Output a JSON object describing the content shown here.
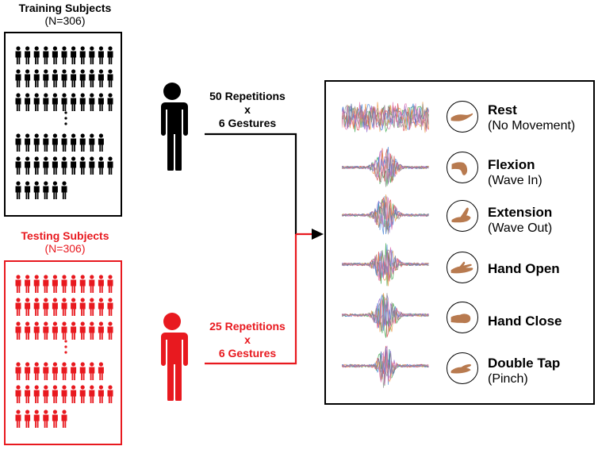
{
  "training": {
    "title": "Training Subjects",
    "count": "(N=306)",
    "color": "#000000"
  },
  "testing": {
    "title": "Testing Subjects",
    "count": "(N=306)",
    "color": "#e8191f"
  },
  "train_protocol": {
    "line1": "50 Repetitions",
    "line2": "x",
    "line3": "6 Gestures"
  },
  "test_protocol": {
    "line1": "25 Repetitions",
    "line2": "x",
    "line3": "6 Gestures"
  },
  "gestures": [
    {
      "name": "Rest",
      "sub": "(No Movement)"
    },
    {
      "name": "Flexion",
      "sub": "(Wave In)"
    },
    {
      "name": "Extension",
      "sub": "(Wave Out)"
    },
    {
      "name": "Hand Open",
      "sub": ""
    },
    {
      "name": "Hand Close",
      "sub": ""
    },
    {
      "name": "Double Tap",
      "sub": "(Pinch)"
    }
  ],
  "signal_colors": [
    "#2a9d3a",
    "#d6343b",
    "#8c62c9",
    "#e8913a",
    "#3a7bd5",
    "#e070b0",
    "#888888"
  ],
  "skin_color": "#b87a4f"
}
